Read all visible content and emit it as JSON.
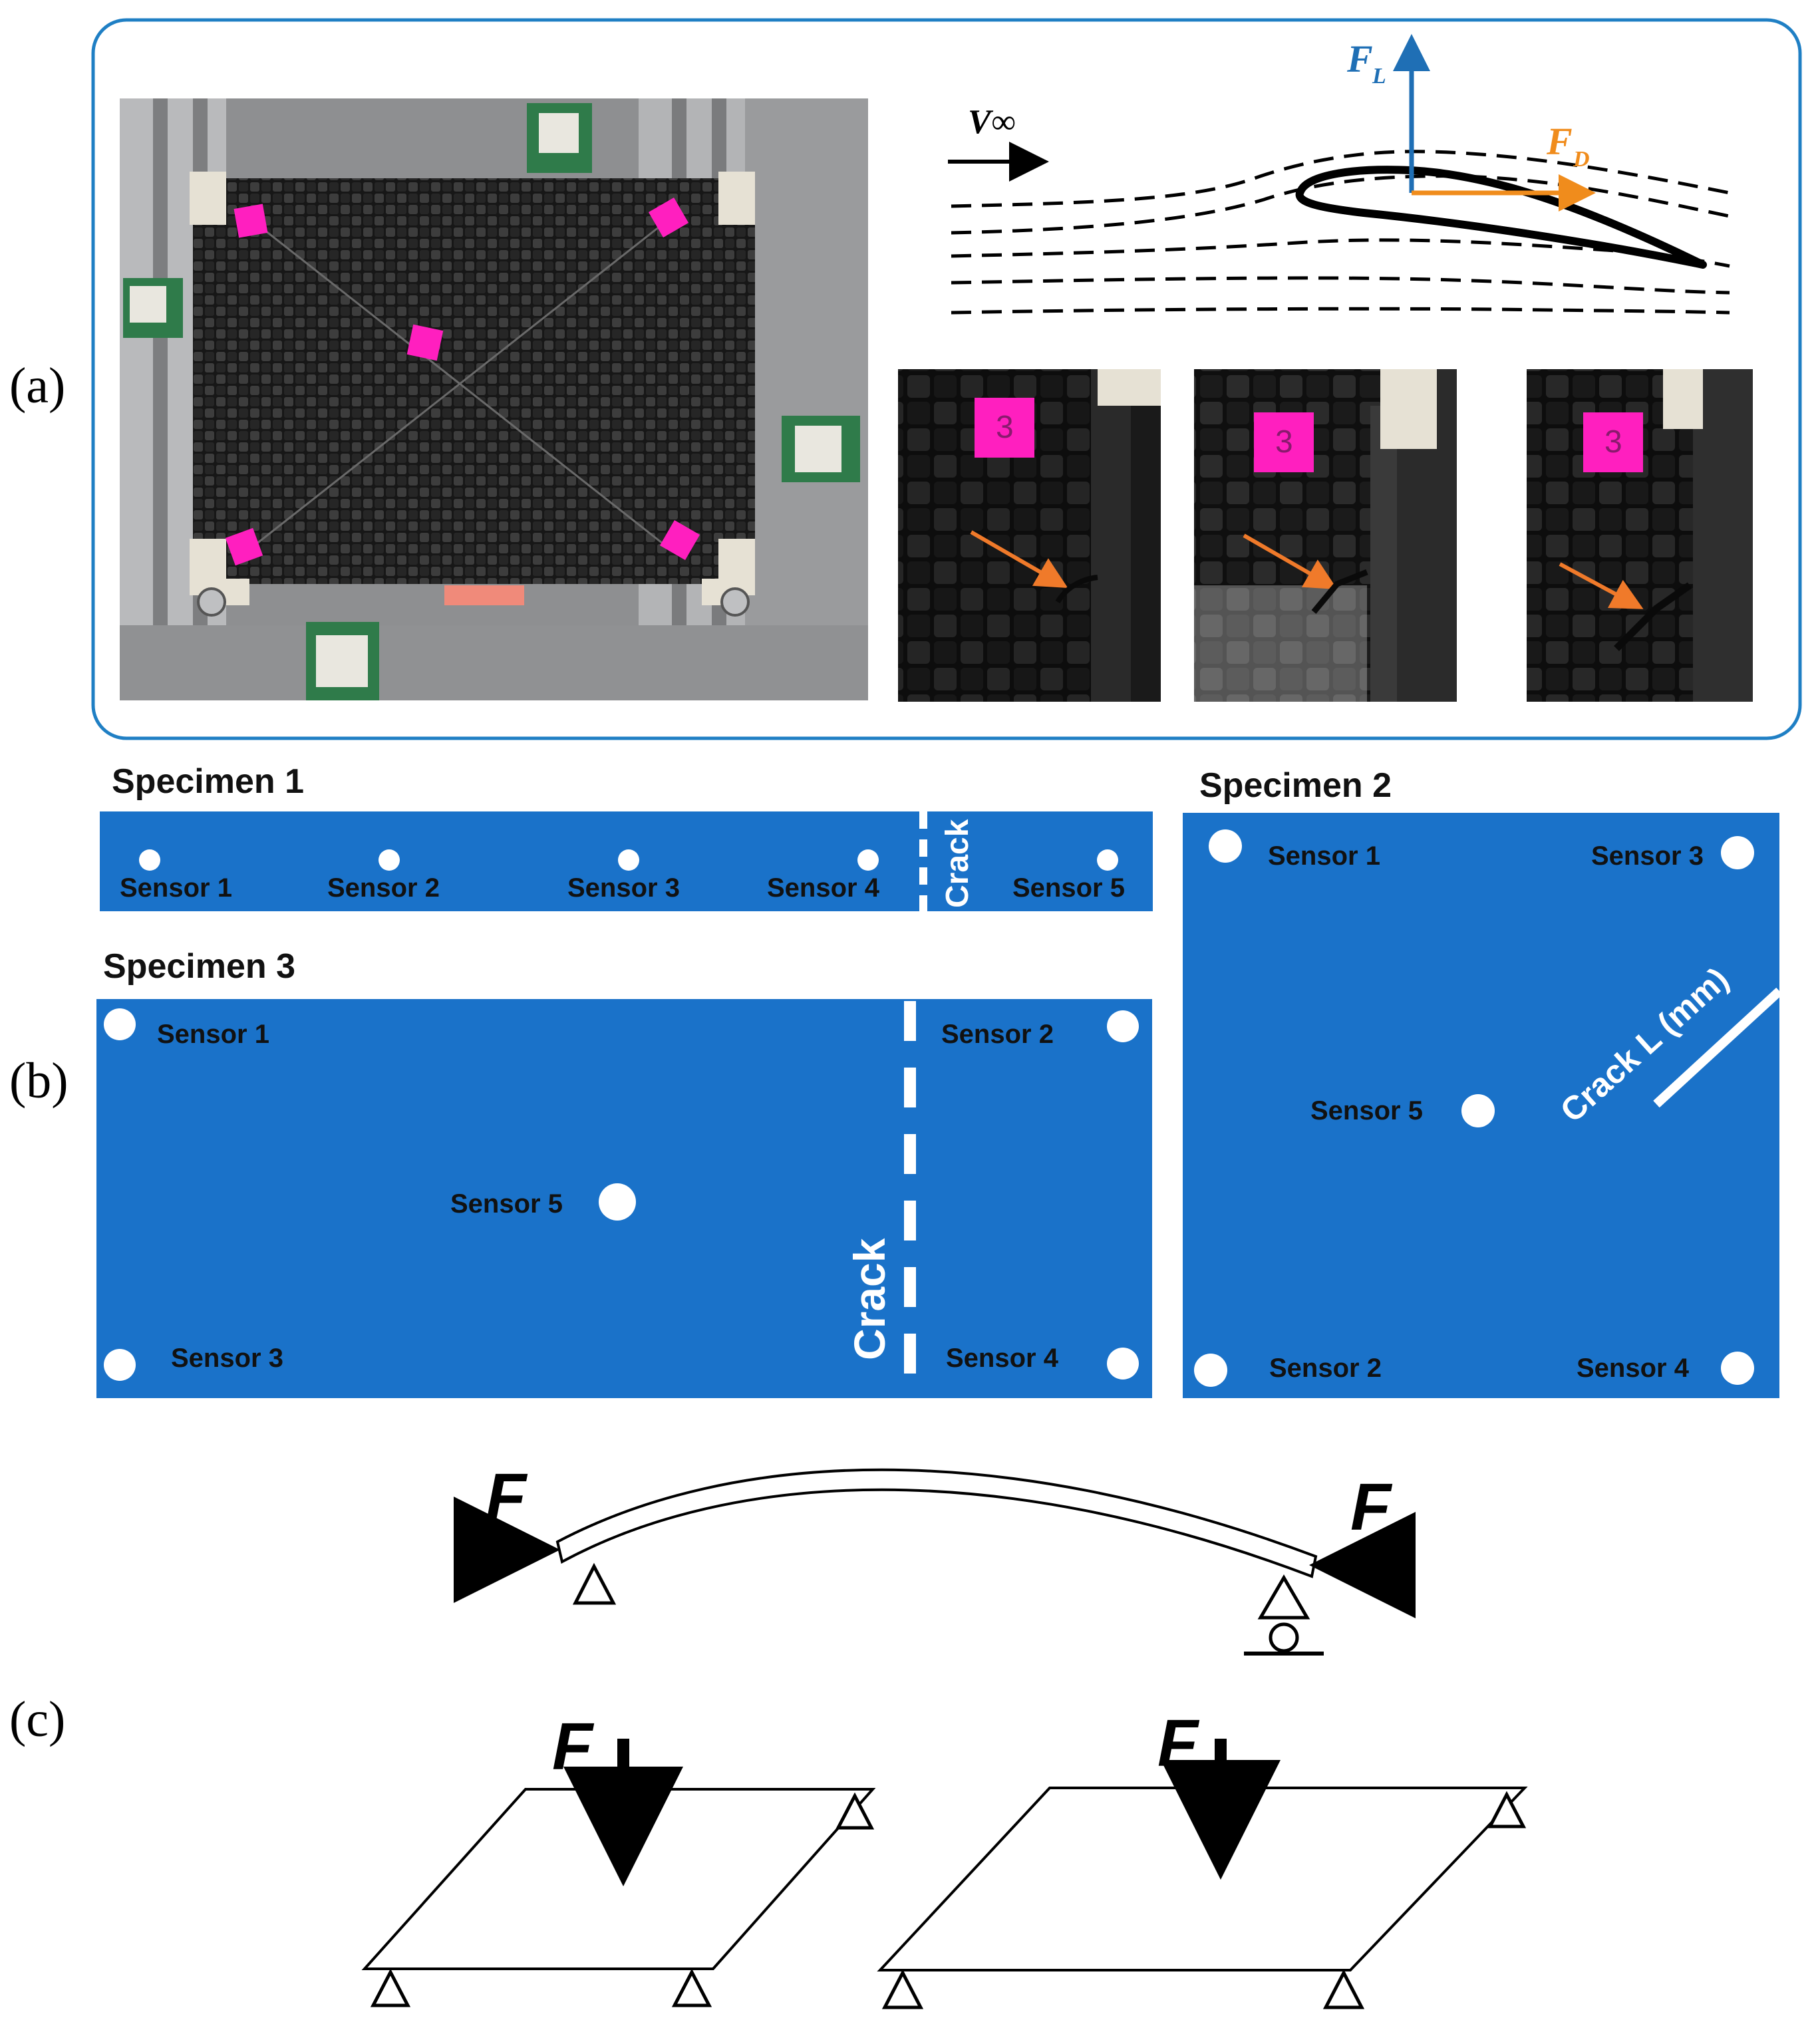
{
  "panels": {
    "a": "(a)",
    "b": "(b)",
    "c": "(c)"
  },
  "airfoil": {
    "freestream": "V∞",
    "lift": "F",
    "lift_sub": "L",
    "drag": "F",
    "drag_sub": "D"
  },
  "closeups": {
    "tag_label": "3"
  },
  "specimen1": {
    "title": "Specimen 1",
    "sensors": [
      "Sensor 1",
      "Sensor 2",
      "Sensor 3",
      "Sensor 4",
      "Sensor 5"
    ],
    "crack": "Crack"
  },
  "specimen2": {
    "title": "Specimen 2",
    "sensors": [
      "Sensor 1",
      "Sensor 2",
      "Sensor 3",
      "Sensor 4",
      "Sensor 5"
    ],
    "crack": "Crack L (mm)"
  },
  "specimen3": {
    "title": "Specimen 3",
    "sensors": [
      "Sensor 1",
      "Sensor 2",
      "Sensor 3",
      "Sensor 4",
      "Sensor 5"
    ],
    "crack": "Crack"
  },
  "loading": {
    "force": "F"
  },
  "colors": {
    "panel_blue": "#1a72c9",
    "frame_blue": "#1f7fc4",
    "lift_blue": "#1f6fb5",
    "drag_orange": "#f08c1c",
    "tag_magenta": "#ff1fbf",
    "arrow_orange": "#f07a2a"
  }
}
